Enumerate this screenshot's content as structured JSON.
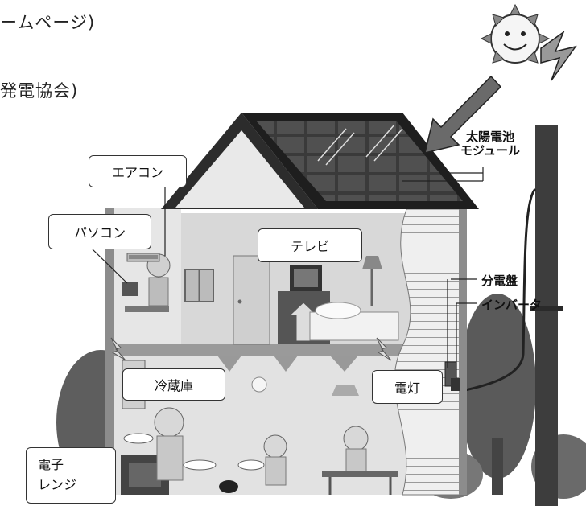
{
  "header": {
    "line1": "ームページ)",
    "line2": "発電協会)"
  },
  "callouts": {
    "aircon": "エアコン",
    "pc": "パソコン",
    "tv": "テレビ",
    "fridge": "冷蔵庫",
    "light": "電灯",
    "microwave_line1": "電子",
    "microwave_line2": "レンジ"
  },
  "labels": {
    "solar_line1": "太陽電池",
    "solar_line2": "モジュール",
    "panel": "分電盤",
    "inverter": "インバータ"
  }
}
